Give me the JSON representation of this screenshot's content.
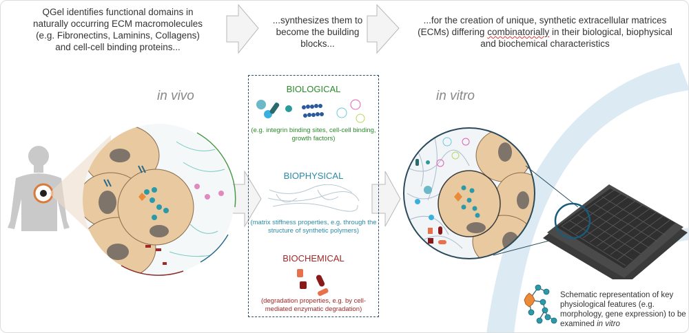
{
  "header": {
    "step1": "QGel identifies functional domains in naturally occurring ECM macromolecules (e.g. Fibronectins, Laminins, Collagens) and cell-cell binding proteins...",
    "step2": "...synthesizes them  to become the building blocks...",
    "step3_pre": "...for the creation of unique, synthetic extracellular matrices (ECMs) differing ",
    "step3_squiggle": "combinatorially",
    "step3_post": " in their biological, biophysical and biochemical characteristics"
  },
  "labels": {
    "in_vivo": "in vivo",
    "in_vitro": "in vitro"
  },
  "building_blocks": {
    "biological": {
      "title": "BIOLOGICAL",
      "desc": "(e.g. integrin binding sites, cell-cell binding, growth factors)",
      "color": "#2a8a2a"
    },
    "biophysical": {
      "title": "BIOPHYSICAL",
      "desc": "(matrix stiffness properties, e.g. through the structure of synthetic polymers)",
      "color": "#2a8ba6"
    },
    "biochemical": {
      "title": "BIOCHEMICAL",
      "desc": "(degradation properties, e.g. by cell-mediated enzymatic degradation)",
      "color": "#a02828"
    }
  },
  "legend": {
    "caption_pre": "Schematic representation of key physiological features (e.g. morphology, gene expression) to be examined ",
    "caption_italic": "in vitro"
  },
  "icons": {
    "human": "human-silhouette-icon",
    "plate": "well-plate-icon",
    "cluster": "cell-signaling-cluster-icon"
  },
  "colors": {
    "arrow_fill": "#f4f4f4",
    "arrow_stroke": "#b8b8b8",
    "cell_fill": "#e8c9a0",
    "teal": "#2a9aa8",
    "accent_arc": "#d6e8f2"
  }
}
